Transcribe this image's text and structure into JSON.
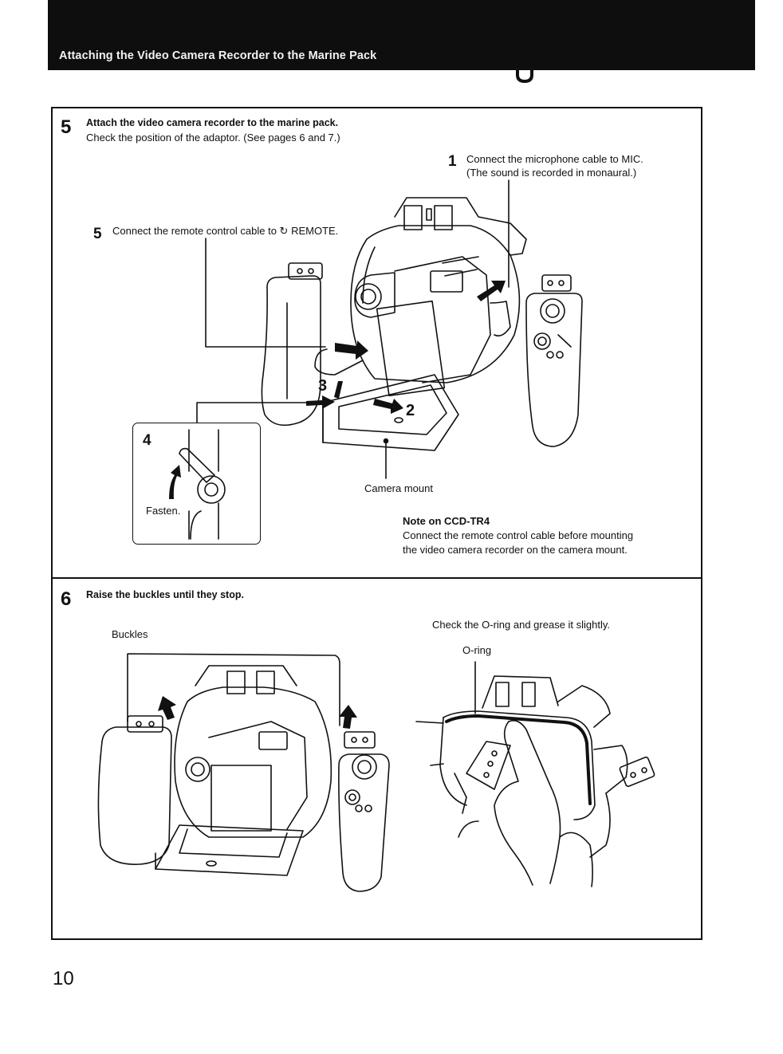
{
  "header": {
    "title": "Attaching the Video Camera Recorder to the Marine Pack"
  },
  "step5": {
    "number": "5",
    "title": "Attach the video camera recorder to the marine pack.",
    "subtitle": "Check the position of the adaptor. (See pages 6 and 7.)",
    "callout1": {
      "number": "1",
      "line1": "Connect the microphone cable to MIC.",
      "line2": "(The sound is recorded in monaural.)"
    },
    "callout5": {
      "number": "5",
      "text": "Connect the remote control cable to ↻ REMOTE."
    },
    "arrow_labels": {
      "two": "2",
      "three": "3"
    },
    "inset": {
      "number": "4",
      "label": "Fasten."
    },
    "camera_mount_label": "Camera mount",
    "note": {
      "title": "Note on CCD-TR4",
      "line1": "Connect the remote control cable before mounting",
      "line2": "the video camera recorder on the camera mount."
    }
  },
  "step6": {
    "number": "6",
    "title": "Raise the buckles until they stop.",
    "buckles_label": "Buckles",
    "oring_instruction": "Check the O-ring and grease it slightly.",
    "oring_label": "O-ring"
  },
  "page_number": "10"
}
